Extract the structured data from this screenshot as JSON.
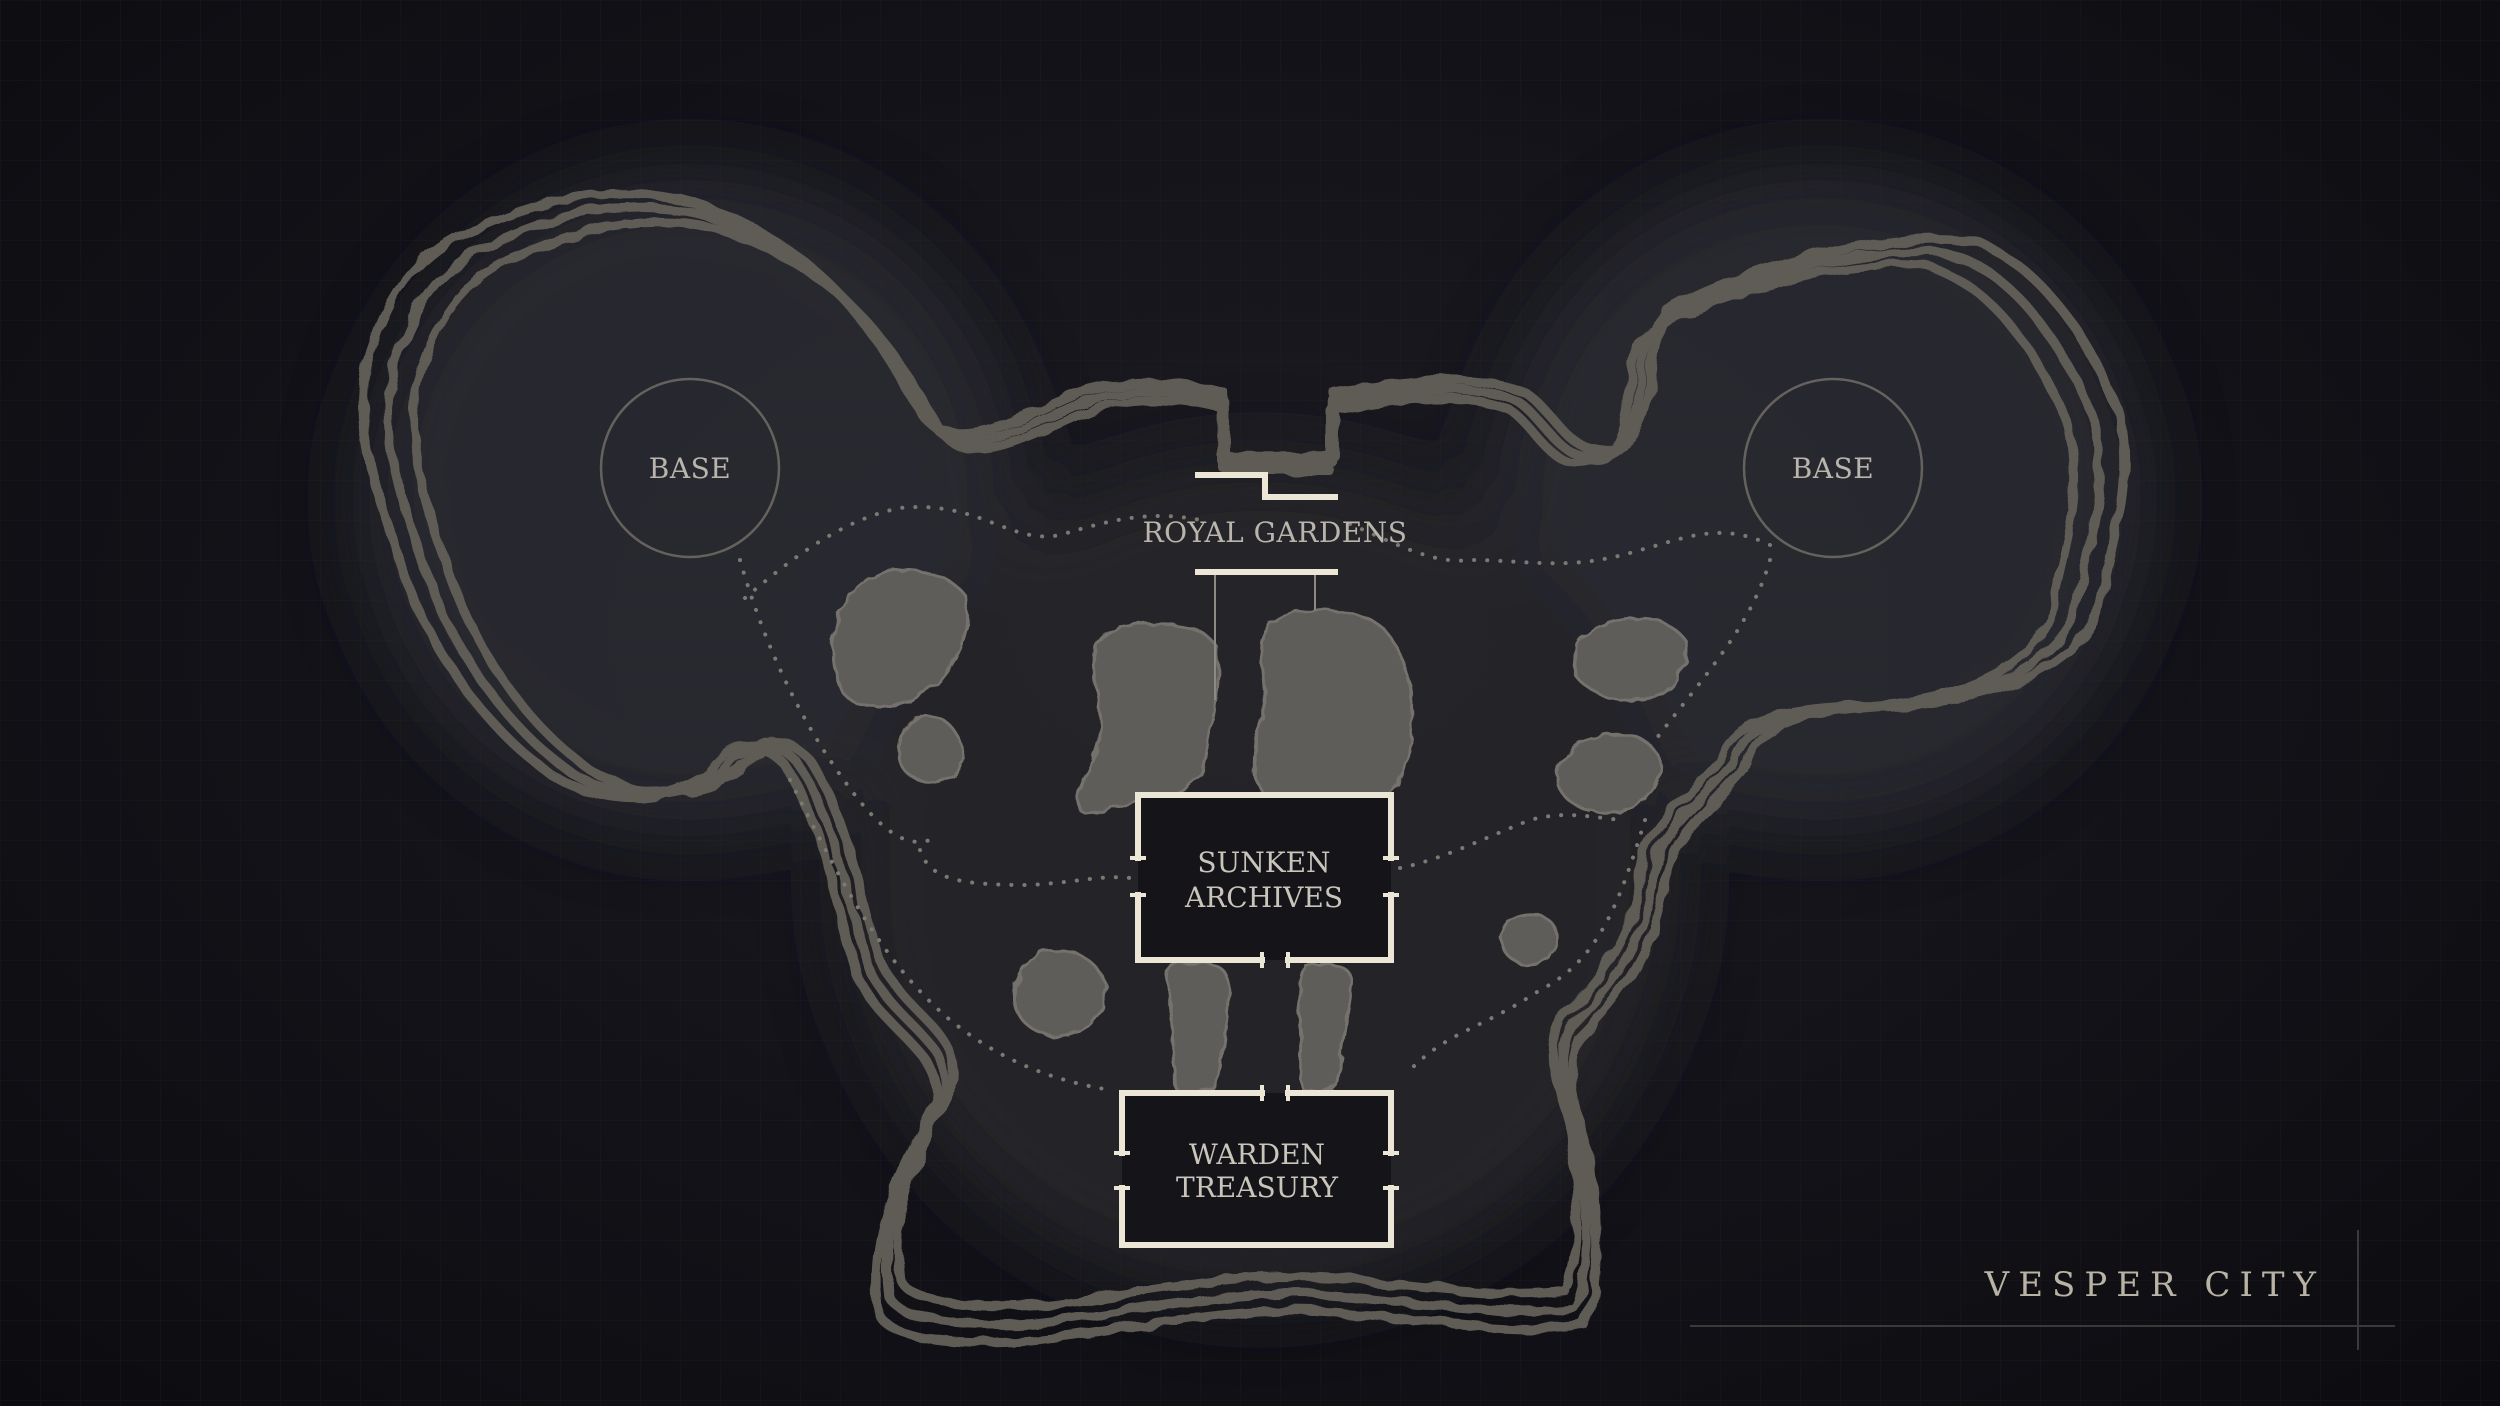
{
  "map": {
    "title": "VESPER CITY",
    "bases": [
      {
        "id": "left",
        "label": "BASE"
      },
      {
        "id": "right",
        "label": "BASE"
      }
    ],
    "zones": {
      "royal_gardens": {
        "label": "ROYAL GARDENS"
      },
      "sunken_archives": {
        "line1": "SUNKEN",
        "line2": "ARCHIVES"
      },
      "warden_treasury": {
        "line1": "WARDEN",
        "line2": "TREASURY"
      }
    },
    "colors": {
      "background": "#121218",
      "outline": "#5e5b56",
      "rock": "#5f5d5a",
      "wall": "#ece6d6",
      "path_dots": "#7c7872",
      "label": "#b9b5ac"
    }
  }
}
